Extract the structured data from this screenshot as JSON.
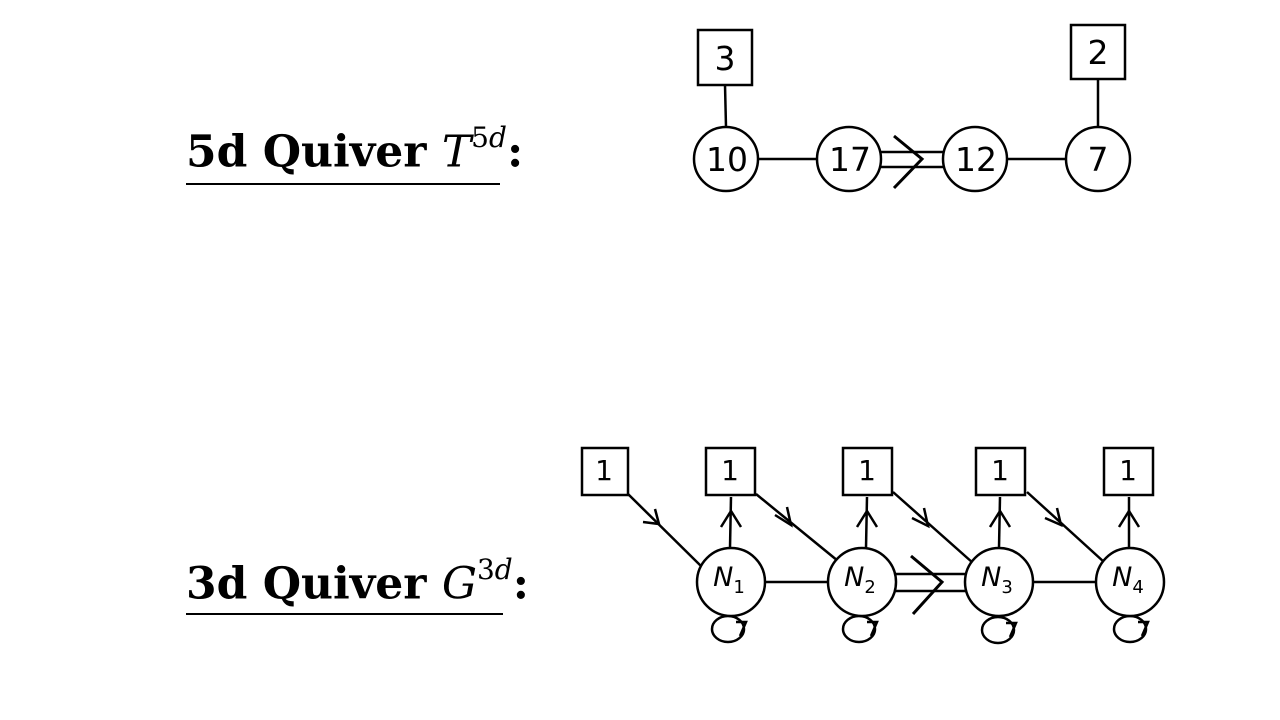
{
  "quiver_5d": {
    "title_bold": "5d Quiver",
    "title_symbol": "T",
    "title_sup_num": "5",
    "title_sup_var": "d",
    "title_colon": ":",
    "gauge_nodes": [
      "10",
      "17",
      "12",
      "7"
    ],
    "flavor_nodes": [
      "3",
      "2"
    ]
  },
  "quiver_3d": {
    "title_bold": "3d Quiver",
    "title_symbol": "G",
    "title_sup_num": "3",
    "title_sup_var": "d",
    "title_colon": ":",
    "gauge_node_letter": "N",
    "gauge_node_subscripts": [
      "1",
      "2",
      "3",
      "4"
    ],
    "flavor_nodes": [
      "1",
      "1",
      "1",
      "1",
      "1"
    ]
  }
}
